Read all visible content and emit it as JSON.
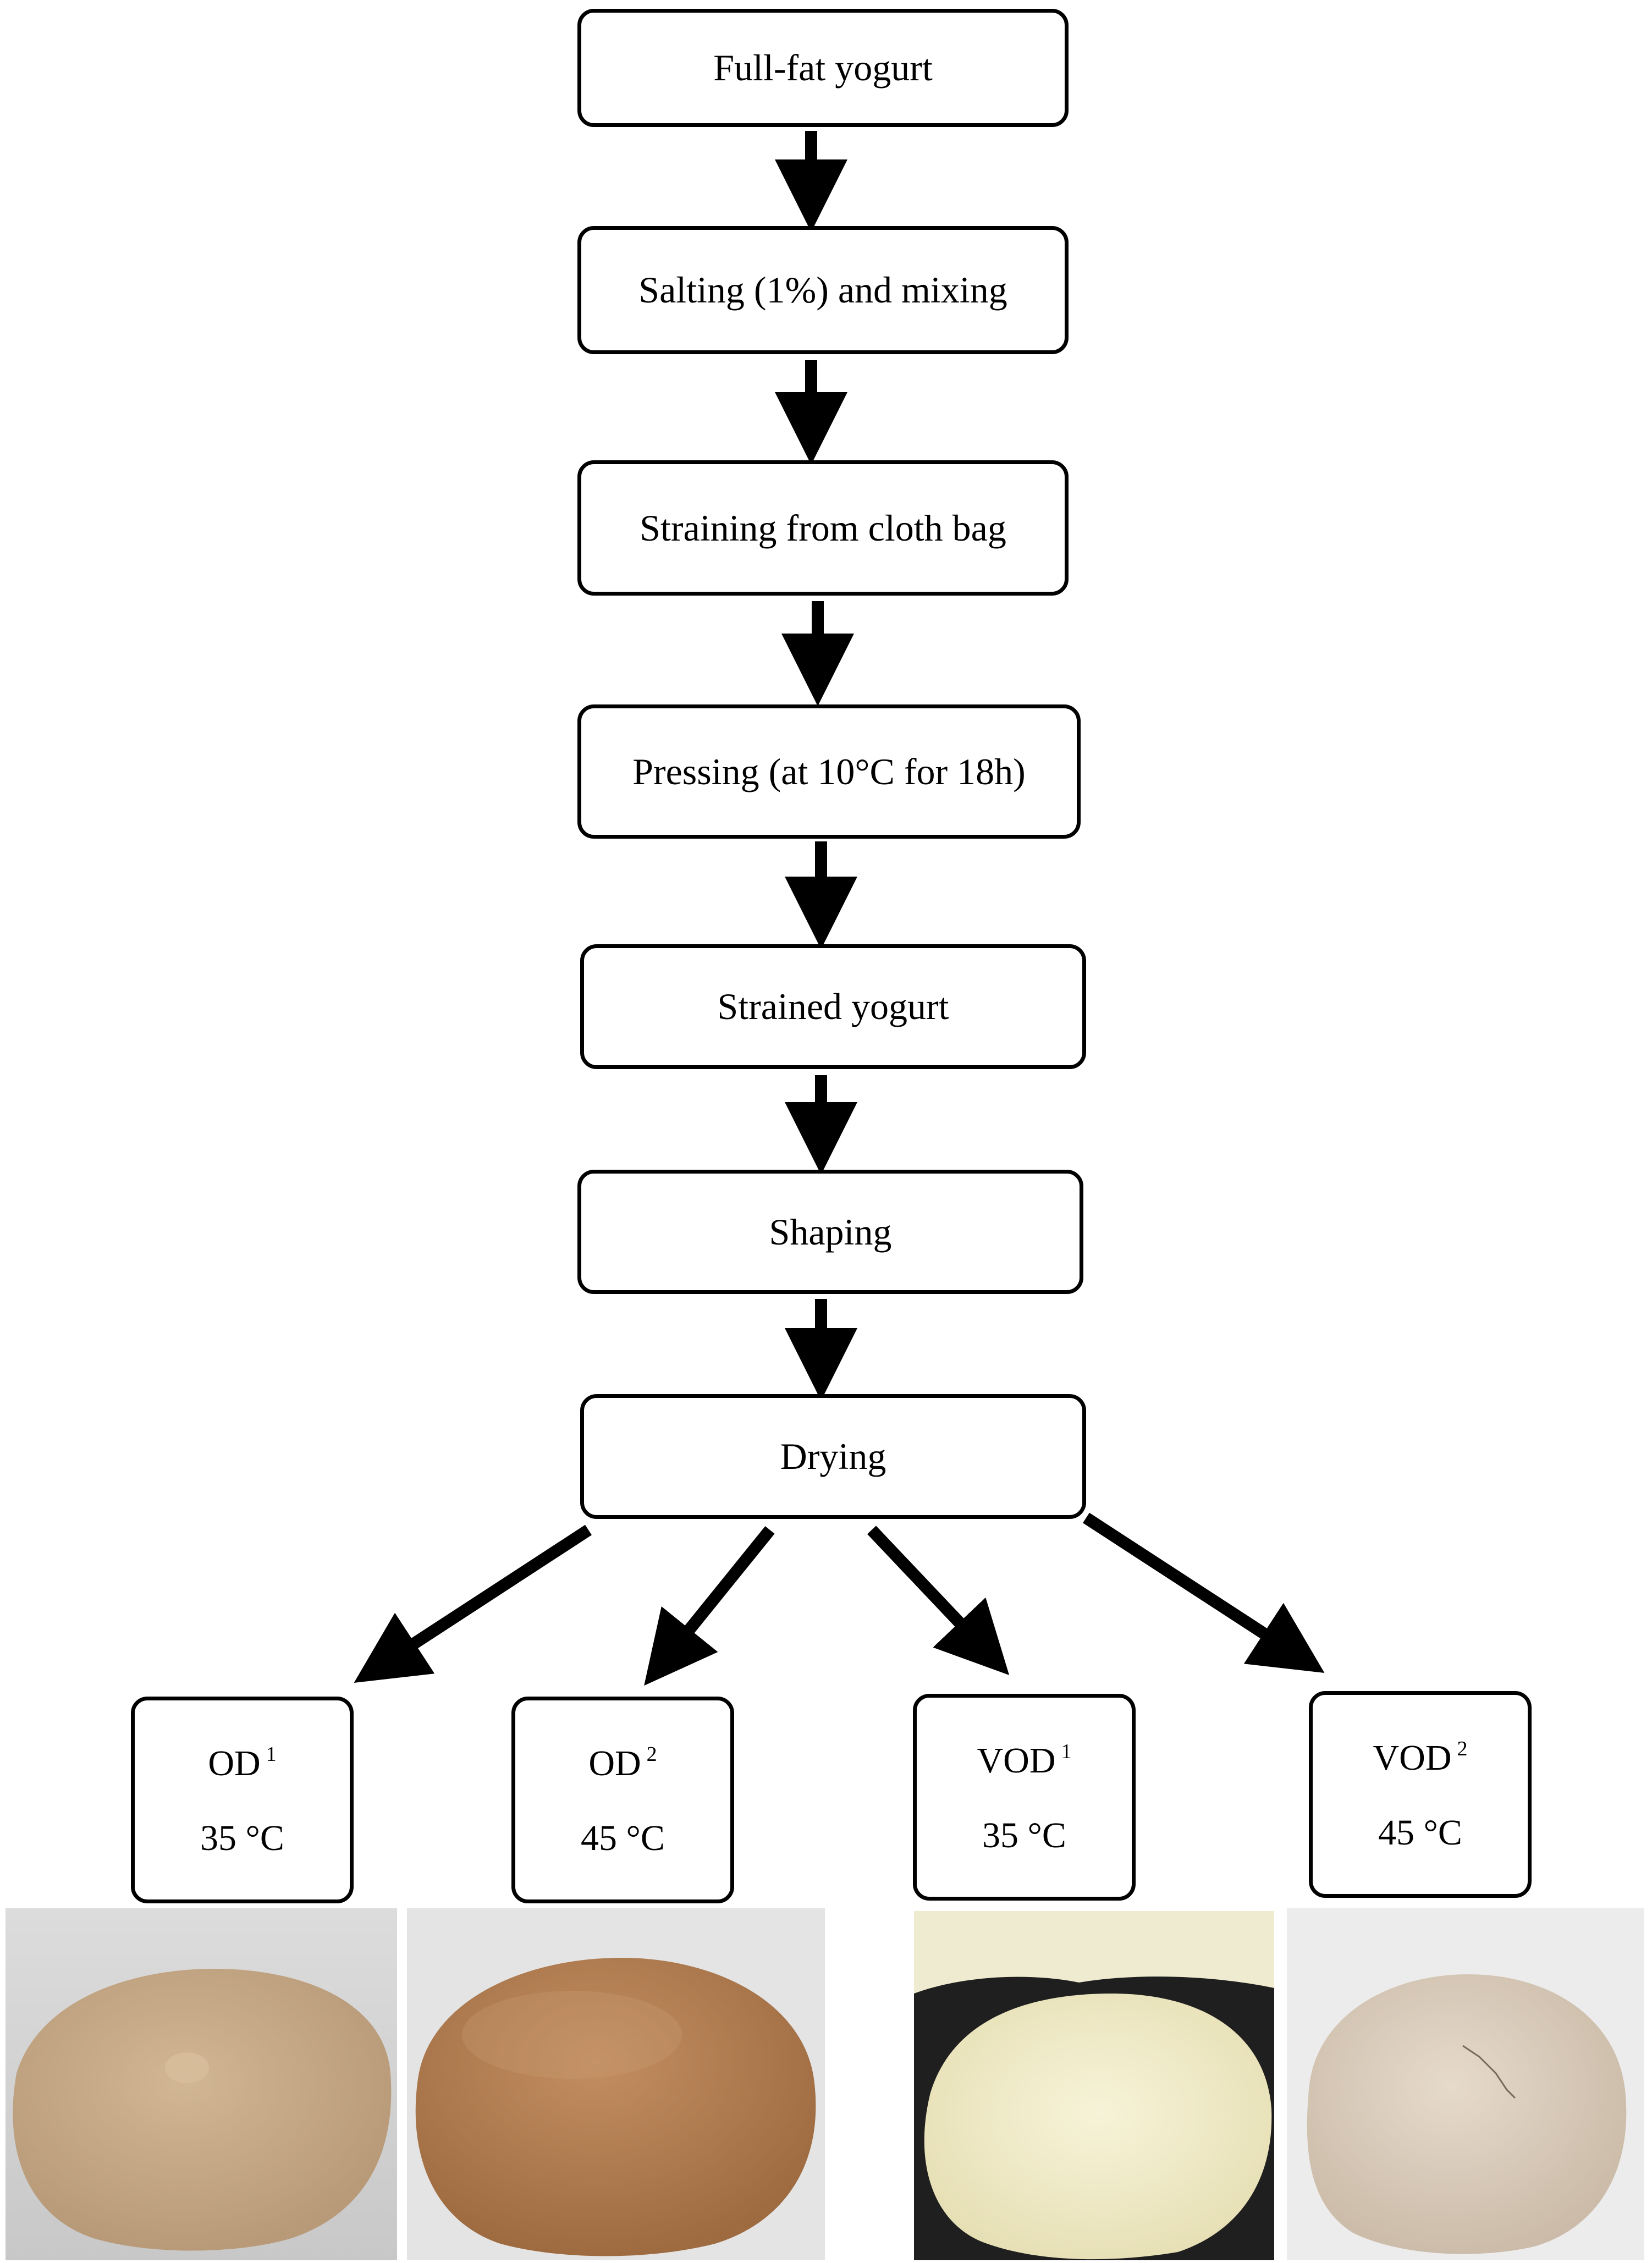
{
  "steps": [
    "Full-fat yogurt",
    "Salting (1%) and mixing",
    "Straining from cloth bag",
    "Pressing (at 10°C for 18h)",
    "Strained yogurt",
    "Shaping",
    "Drying"
  ],
  "methods": [
    {
      "name": "OD",
      "sup": "1",
      "temp": "35 °C"
    },
    {
      "name": "OD",
      "sup": "2",
      "temp": "45 °C"
    },
    {
      "name": "VOD",
      "sup": "1",
      "temp": "35 °C"
    },
    {
      "name": "VOD",
      "sup": "2",
      "temp": "45 °C"
    }
  ],
  "photo_colors": {
    "od1": "#c7aa8a",
    "od2": "#b47d52",
    "vod1": "#f1ecc8",
    "vod2": "#ddd0c0"
  }
}
